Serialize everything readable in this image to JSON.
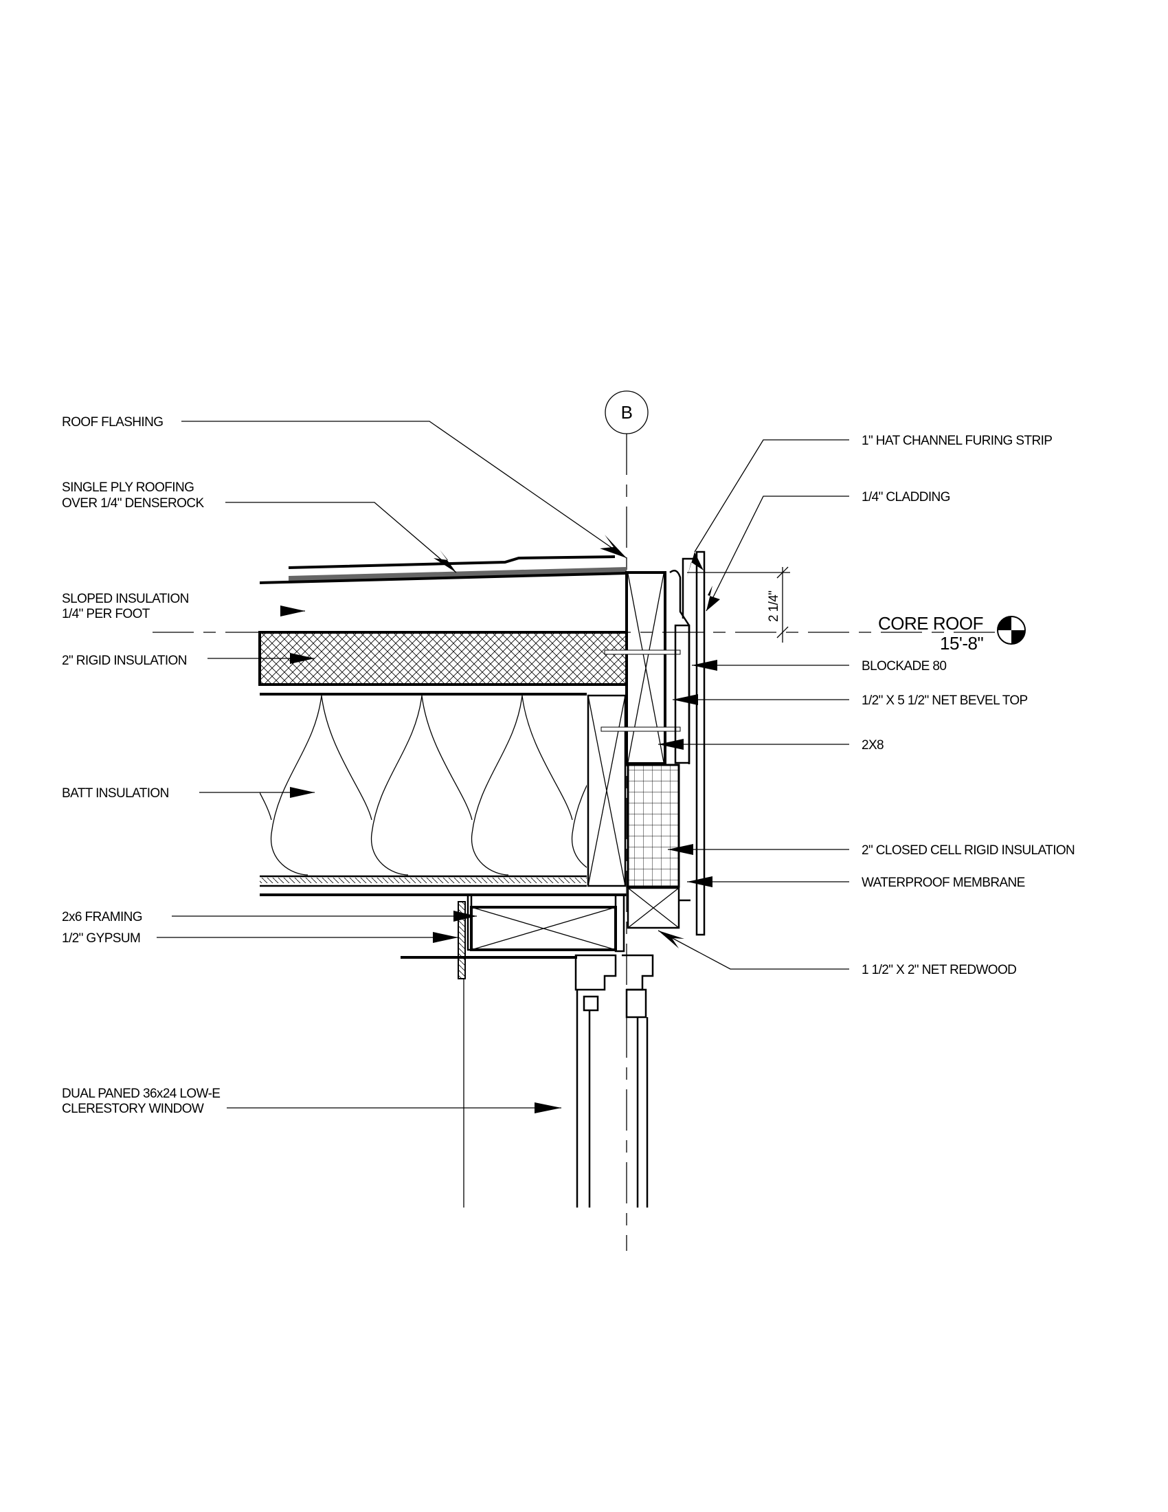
{
  "grid_marker": "B",
  "level": {
    "name": "CORE ROOF",
    "elevation": "15'-8\""
  },
  "dimension": "2 1/4\"",
  "left_labels": {
    "roof_flashing": "ROOF FLASHING",
    "single_ply_1": "SINGLE PLY ROOFING",
    "single_ply_2": "OVER 1/4\" DENSEROCK",
    "sloped_1": "SLOPED INSULATION",
    "sloped_2": "1/4\" PER FOOT",
    "rigid": "2\" RIGID INSULATION",
    "batt": "BATT INSULATION",
    "framing": "2x6 FRAMING",
    "gypsum": "1/2\" GYPSUM",
    "window_1": "DUAL PANED 36x24 LOW-E",
    "window_2": "CLERESTORY WINDOW"
  },
  "right_labels": {
    "hat_channel": "1\" HAT CHANNEL FURING STRIP",
    "cladding": "1/4\" CLADDING",
    "blockade": "BLOCKADE 80",
    "bevel_top": "1/2\" X 5 1/2\" NET BEVEL TOP",
    "two_by_eight": "2X8",
    "closed_cell": "2\" CLOSED CELL RIGID INSULATION",
    "waterproof": "WATERPROOF MEMBRANE",
    "redwood": "1 1/2\" X 2\" NET REDWOOD"
  }
}
